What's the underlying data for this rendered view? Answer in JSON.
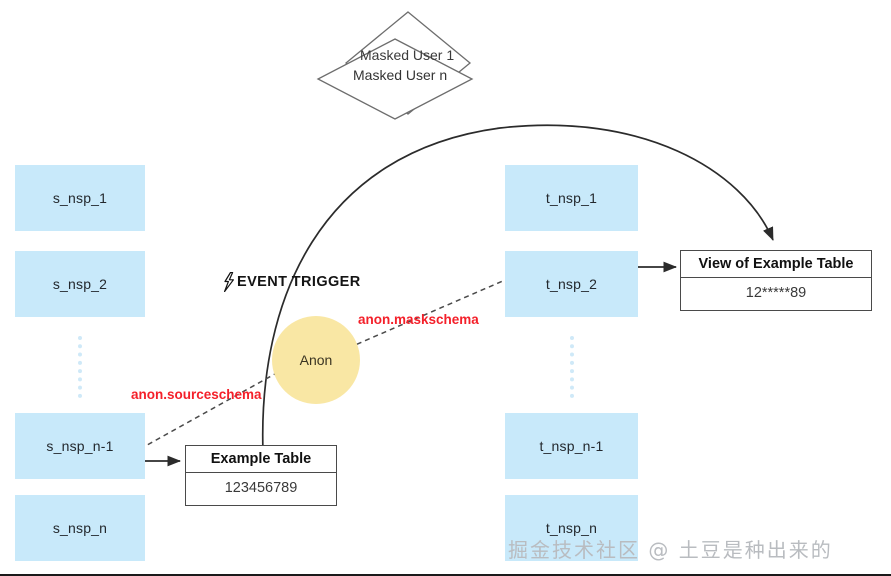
{
  "diagram": {
    "title": "PostgreSQL Anonymizer schema masking flow",
    "colors": {
      "namespace_fill": "#c8e9fa",
      "anon_fill": "#f9e7a4",
      "label_red": "#f4202a",
      "stroke": "#4a4a4a",
      "watermark": "#b9bcc0"
    },
    "source_namespaces": [
      {
        "label": "s_nsp_1"
      },
      {
        "label": "s_nsp_2"
      },
      {
        "label": "s_nsp_n-1"
      },
      {
        "label": "s_nsp_n"
      }
    ],
    "target_namespaces": [
      {
        "label": "t_nsp_1"
      },
      {
        "label": "t_nsp_2"
      },
      {
        "label": "t_nsp_n-1"
      },
      {
        "label": "t_nsp_n"
      }
    ],
    "masked_users": [
      {
        "label": "Masked User 1"
      },
      {
        "label": "Masked User n"
      }
    ],
    "source_table": {
      "header": "Example Table",
      "value": "123456789"
    },
    "view_table": {
      "header": "View of Example Table",
      "value": "12*****89"
    },
    "anon_node": {
      "label": "Anon"
    },
    "event_trigger": {
      "label": "EVENT TRIGGER",
      "icon": "lightning-bolt-icon"
    },
    "edge_labels": {
      "source_schema": "anon.sourceschema",
      "mask_schema": "anon.maskschema"
    },
    "watermark": {
      "text": "掘金技术社区 @ 土豆是种出来的"
    }
  }
}
